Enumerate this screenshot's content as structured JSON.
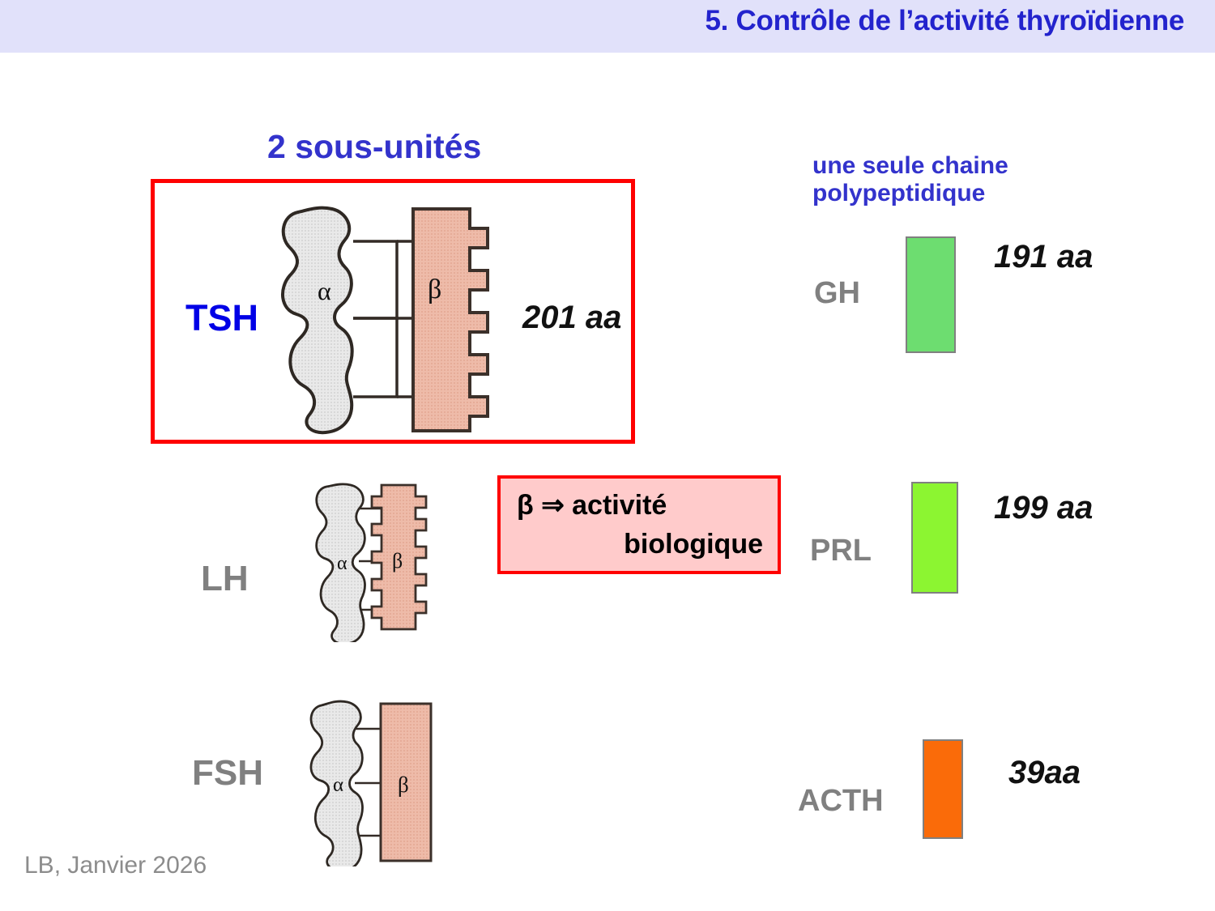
{
  "header": {
    "title": "5. Contrôle de l’activité thyroïdienne",
    "band_color": "#e1e1fa",
    "title_color": "#2323cd"
  },
  "headings": {
    "left": "2 sous-unités",
    "right": "une seule chaine polypeptidique",
    "color": "#3333cc"
  },
  "dimeric_hormones": {
    "section_note": "hormones with two subunits: alpha (grey blob) + beta (salmon comb)",
    "rows": [
      {
        "name": "TSH",
        "label": "TSH",
        "label_color": "#0000e6",
        "alpha_label": "α",
        "beta_label": "β",
        "aa": "201 aa",
        "highlighted": true,
        "beta_shape": "comb-right-teeth",
        "beta_teeth": 5
      },
      {
        "name": "LH",
        "label": "LH",
        "label_color": "#808080",
        "alpha_label": "α",
        "beta_label": "β",
        "aa": "",
        "highlighted": false,
        "beta_shape": "comb-both-sides",
        "beta_teeth": 4
      },
      {
        "name": "FSH",
        "label": "FSH",
        "label_color": "#808080",
        "alpha_label": "α",
        "beta_label": "β",
        "aa": "",
        "highlighted": false,
        "beta_shape": "plain-rectangle",
        "beta_teeth": 0
      }
    ],
    "alpha_fill": "#e3e3e3",
    "beta_fill": "#ebb5a2",
    "outline": "#403530",
    "highlight_border": "#ff0000"
  },
  "callout": {
    "line1": "β ⇒ activité",
    "line2": "biologique",
    "background": "#ffcbcb",
    "border_color": "#ff0000"
  },
  "single_chain_hormones": {
    "rows": [
      {
        "name": "GH",
        "label": "GH",
        "aa": "191 aa",
        "bar_color": "#6ddd70"
      },
      {
        "name": "PRL",
        "label": "PRL",
        "aa": "199 aa",
        "bar_color": "#8cf531"
      },
      {
        "name": "ACTH",
        "label": "ACTH",
        "aa": "39aa",
        "bar_color": "#fa6b09"
      }
    ],
    "label_color": "#808080",
    "bar_border": "#808080"
  },
  "footer": {
    "text": "LB, Janvier 2026",
    "color": "#8c8c8c"
  }
}
